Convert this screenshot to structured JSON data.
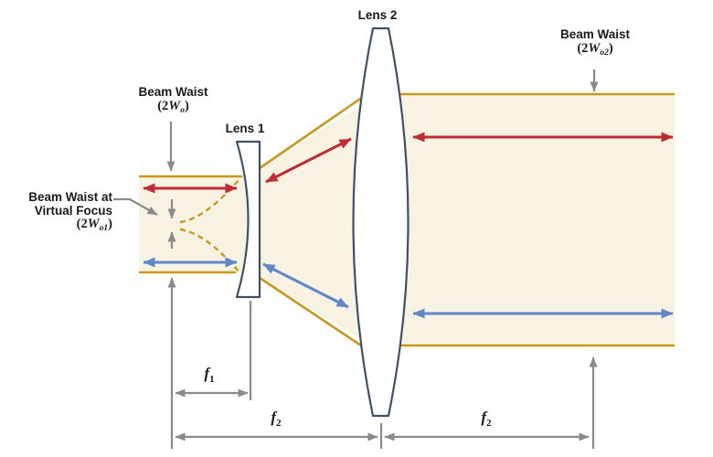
{
  "diagram_type": "galilean-beam-expander-optical-diagram",
  "labels": {
    "beam_waist_input": {
      "title": "Beam Waist",
      "open": "(2",
      "symbol": "W",
      "sub": "o",
      "close": ")"
    },
    "beam_waist_output": {
      "title": "Beam Waist",
      "open": "(2",
      "symbol": "W",
      "sub": "o2",
      "close": ")"
    },
    "virtual_focus": {
      "line1": "Beam Waist at",
      "line2": "Virtual Focus",
      "open": "(2",
      "symbol": "W",
      "sub": "o1",
      "close": ")"
    },
    "lens1": "Lens 1",
    "lens2": "Lens 2",
    "f1": {
      "symbol": "f",
      "sub": "1"
    },
    "f2_left": {
      "symbol": "f",
      "sub": "2"
    },
    "f2_right": {
      "symbol": "f",
      "sub": "2"
    }
  },
  "colors": {
    "beam_fill": "#f7f2e1",
    "beam_edge": "#c8981d",
    "red_arrow": "#c02b36",
    "blue_arrow": "#5d87c5",
    "gray": "#8a8a8a",
    "lens_outline": "#3d5268",
    "text": "#1a1a1a",
    "background": "#ffffff"
  }
}
